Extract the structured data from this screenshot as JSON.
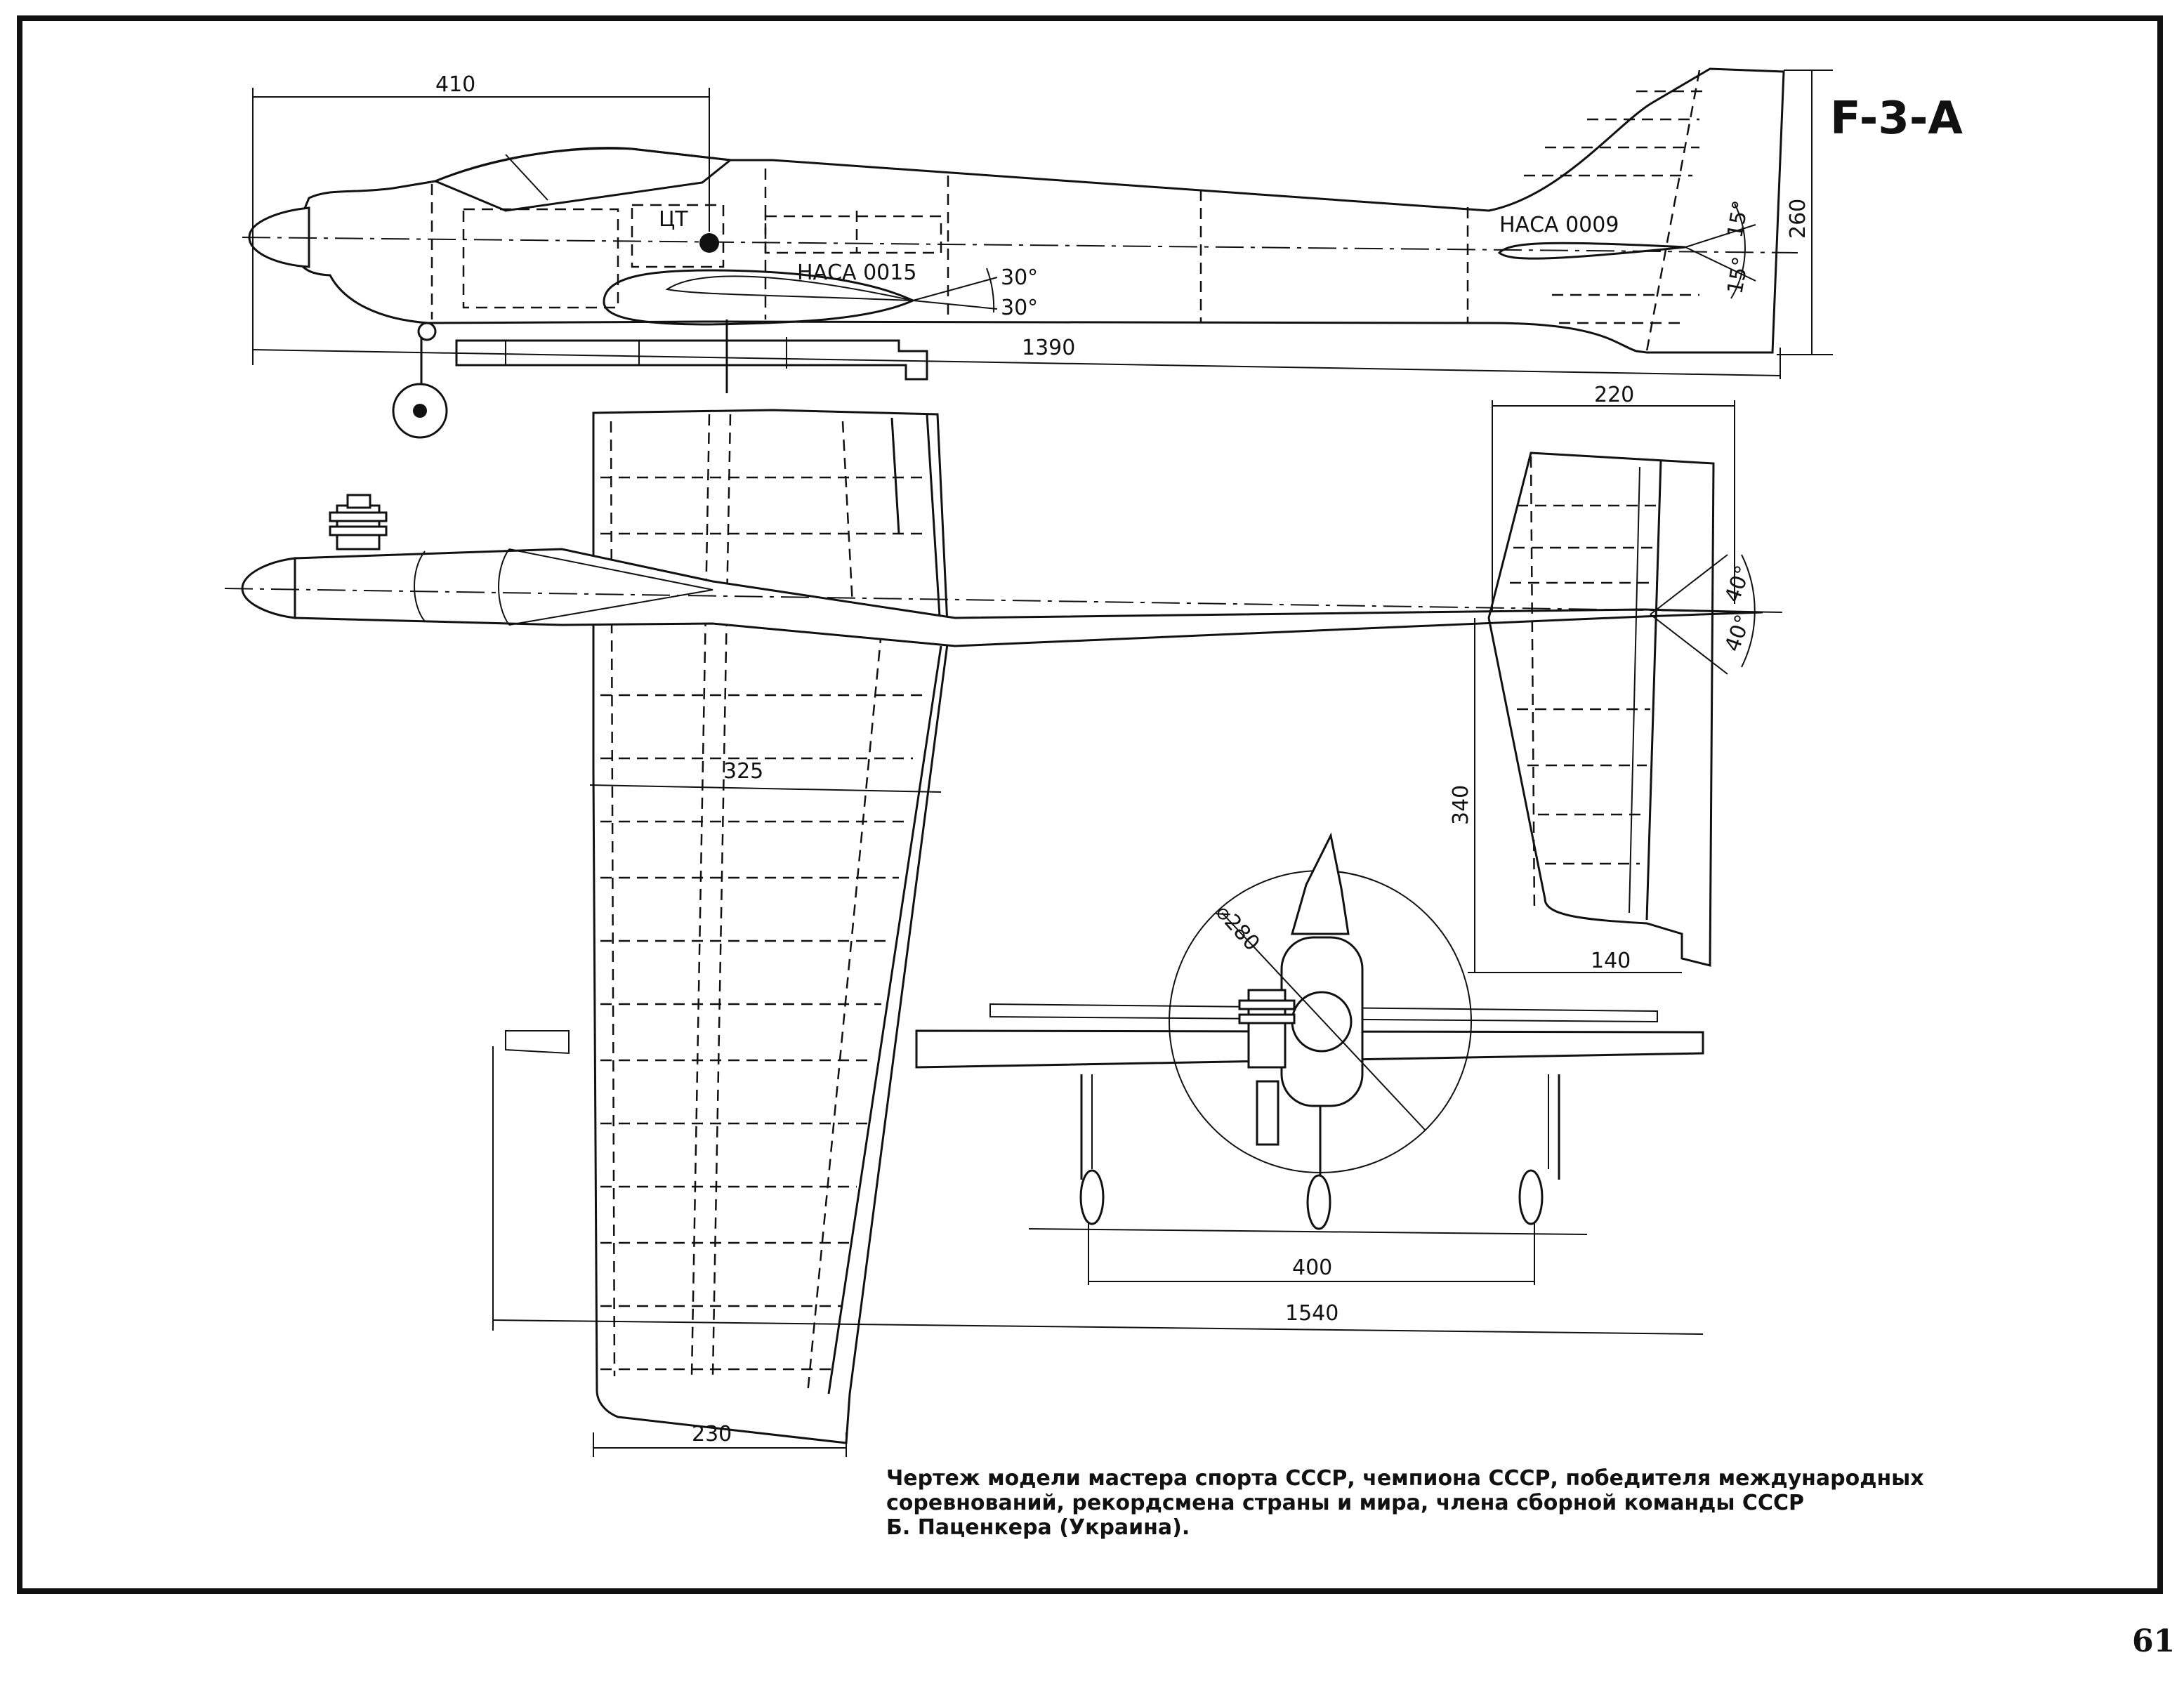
{
  "title": "F-3-A",
  "page_number": "61",
  "caption": [
    "Чертеж модели мастера спорта СССР, чемпиона СССР, победителя международных",
    "соревнований, рекордсмена страны и мира, члена сборной команды СССР",
    "Б. Паценкера (Украина)."
  ],
  "side_view": {
    "cg_label": "ЦТ",
    "wing_profile": "НАСА 0015",
    "tail_profile": "НАСА 0009",
    "flap_up": "30°",
    "flap_down": "30°",
    "elevator_up": "15°",
    "elevator_down": "15°",
    "dim_nose_to_cg": "410",
    "dim_length": "1390",
    "dim_height": "260"
  },
  "top_view": {
    "dim_tail_chord": "220",
    "dim_tail_span": "340",
    "dim_tail_tip": "140",
    "elevator_up": "40°",
    "elevator_down": "40°",
    "dim_root_chord": "325",
    "dim_tip_chord": "230",
    "dim_span": "1540"
  },
  "front_view": {
    "prop_dia": "⌀280",
    "dim_track": "400"
  }
}
